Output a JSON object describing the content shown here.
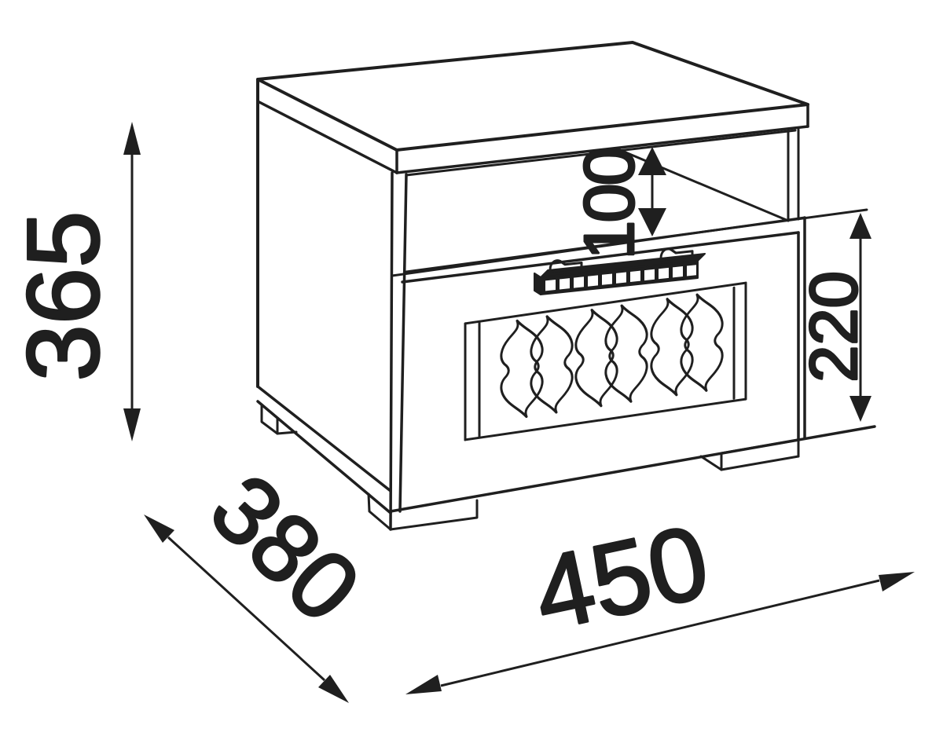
{
  "figure": {
    "type": "furniture-dimension-diagram",
    "object": "bedside-cabinet-with-open-shelf-and-drawer",
    "colors": {
      "ink": "#1f1f1f",
      "background": "#ffffff"
    },
    "dimensions": {
      "overall_height": "365",
      "overall_depth": "380",
      "overall_width": "450",
      "shelf_opening_height": "100",
      "drawer_front_height": "220"
    }
  }
}
